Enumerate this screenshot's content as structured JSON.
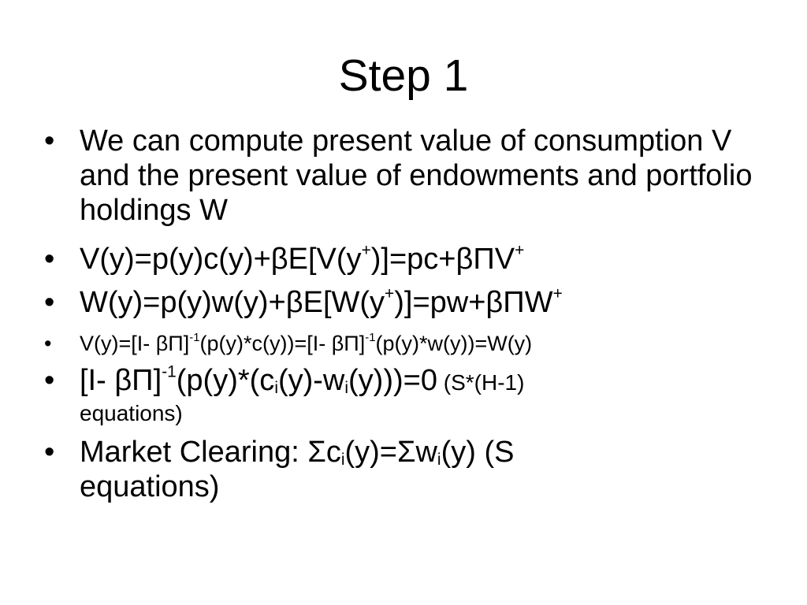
{
  "slide": {
    "title": "Step 1",
    "bullet_char": "•",
    "b1": "We can compute present value of consumption V and the present value of endowments and portfolio holdings W",
    "b2": {
      "t1": "V(y)=p(y)c(y)+βE[V(y",
      "s1": "+",
      "t2": ")]=pc+βΠV",
      "s2": "+"
    },
    "b3": {
      "t1": "W(y)=p(y)w(y)+βE[W(y",
      "s1": "+",
      "t2": ")]=pw+βΠW",
      "s2": "+"
    },
    "b4": {
      "t1": "V(y)=[I- βΠ]",
      "s1": "-1",
      "t2": "(p(y)*c(y))=[I- βΠ]",
      "s2": "-1",
      "t3": "(p(y)*w(y))=W(y)"
    },
    "b5": {
      "t1": "[I- βΠ]",
      "s1": "-1",
      "t2": "(p(y)*(c",
      "sub1": "i",
      "t3": "(y)-w",
      "sub2": "i",
      "t4": "(y)))=0",
      "small1": " (S*(H-1)",
      "small2": "equations)"
    },
    "b6": {
      "t1": "Market Clearing: Σc",
      "sub1": "i",
      "t2": "(y)=Σw",
      "sub2": "i",
      "t3": "(y)  (S",
      "t4": "equations)"
    }
  }
}
